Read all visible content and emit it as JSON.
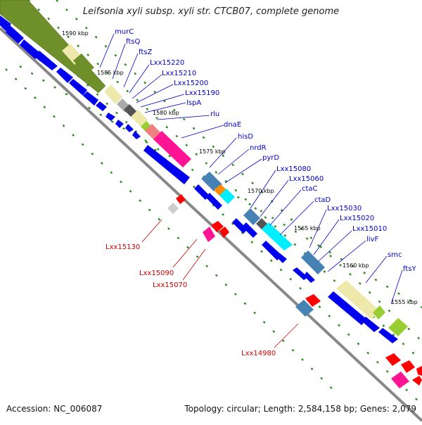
{
  "title": "Leifsonia xyli subsp. xyli str. CTCB07, complete genome",
  "footer": {
    "accession": "Accession: NC_006087",
    "summary": "Topology: circular; Length: 2,584,158 bp; Genes: 2,079"
  },
  "colors": {
    "backbone": "#888888",
    "cds": "#0000ee",
    "rna": "#ff0000",
    "olive": "#6f8f2a",
    "khaki": "#eee8aa",
    "gray": "#aaaaaa",
    "darkgray": "#555555",
    "salmon": "#f08080",
    "pink": "#ff1493",
    "steelblue": "#4682b4",
    "cyan": "#00eeff",
    "orange": "#ff8c00",
    "lightgreen": "#9acd32",
    "ticks": "#2e8b22",
    "label_blue": "#0000cc",
    "label_red": "#cc0000"
  },
  "kbp_labels": [
    "1590 kbp",
    "1585 kbp",
    "1580 kbp",
    "1575 kbp",
    "1570 kbp",
    "1565 kbp",
    "1560 kbp",
    "1555 kbp"
  ],
  "genes_blue": [
    "murC",
    "ftsQ",
    "ftsZ",
    "Lxx15220",
    "Lxx15210",
    "Lxx15200",
    "Lxx15190",
    "lspA",
    "rlu",
    "dnaE",
    "hisD",
    "nrdR",
    "pyrD",
    "Lxx15080",
    "Lxx15060",
    "ctaC",
    "ctaD",
    "Lxx15030",
    "Lxx15020",
    "Lxx15010",
    "livF",
    "smc",
    "ftsY"
  ],
  "genes_red": [
    "Lxx15130",
    "Lxx15090",
    "Lxx15070",
    "Lxx14980"
  ]
}
